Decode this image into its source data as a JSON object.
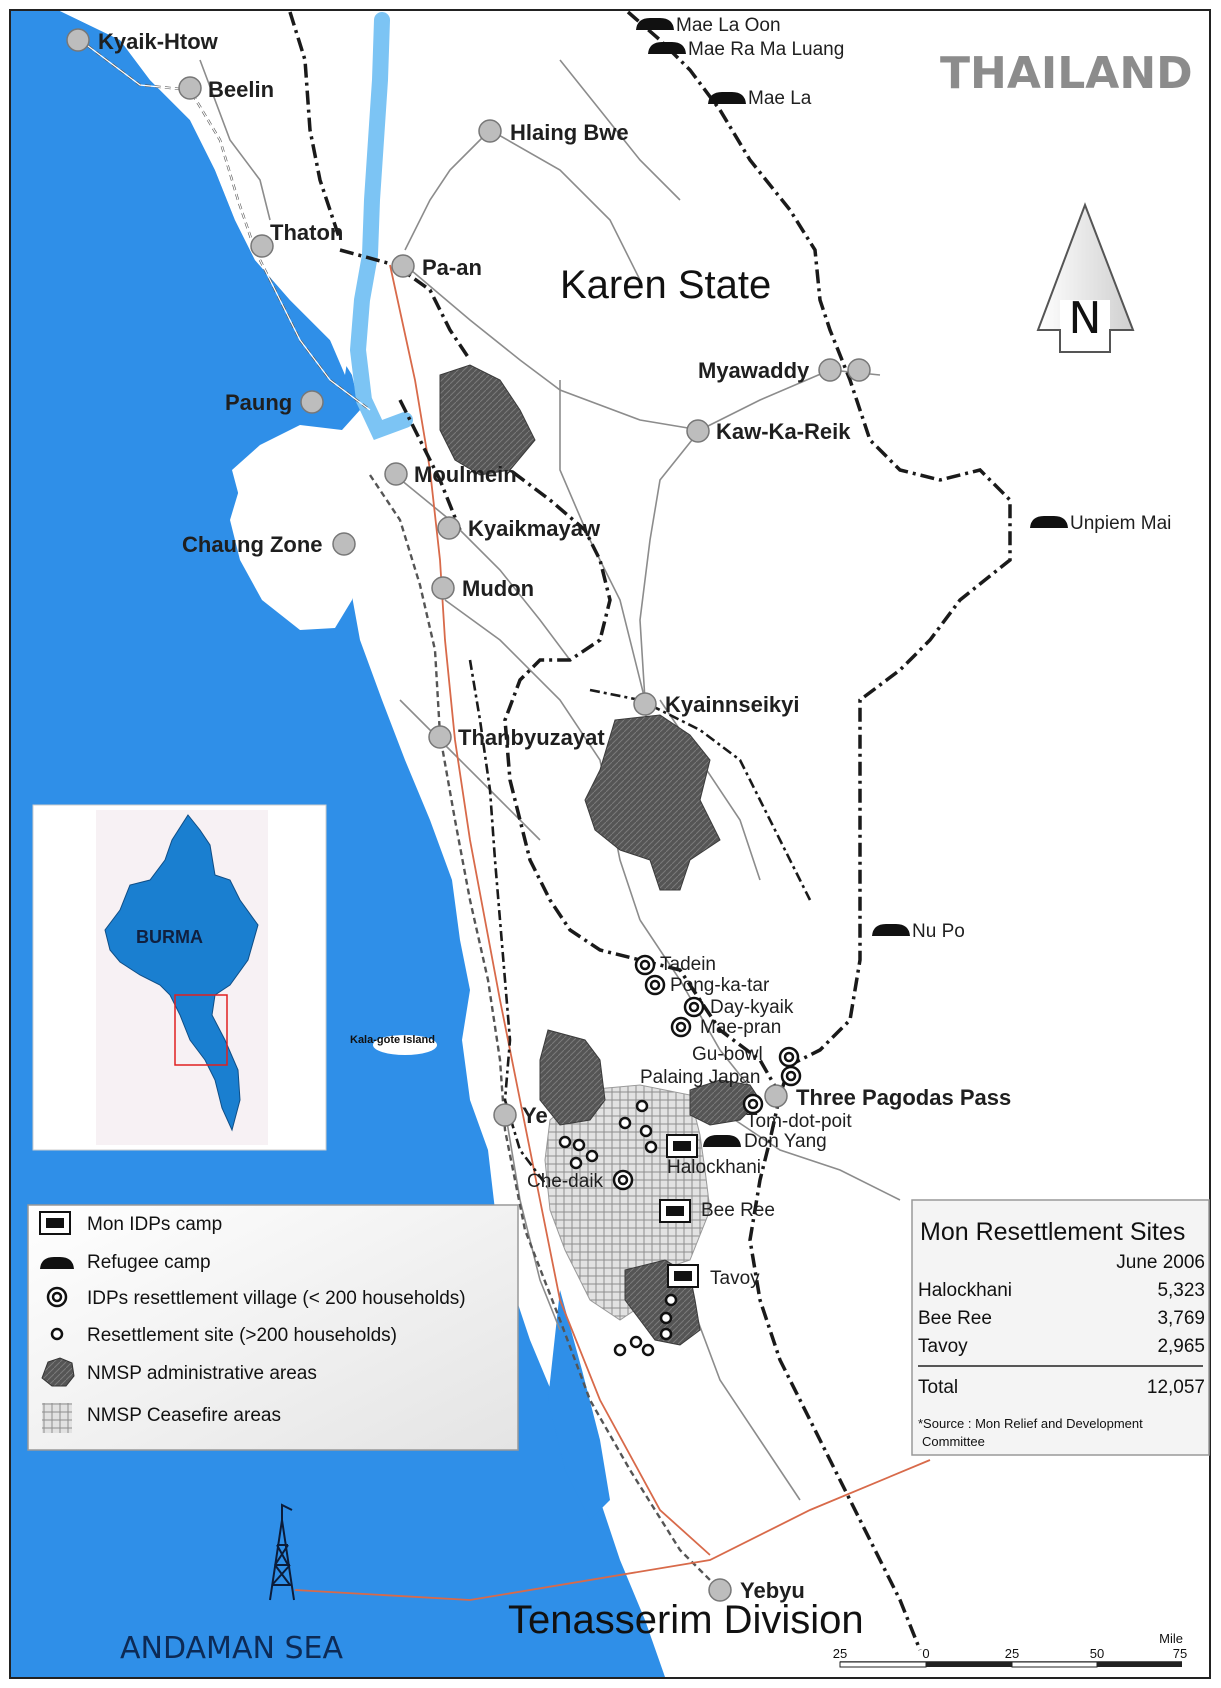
{
  "map": {
    "regions": {
      "thailand": "THAILAND",
      "karen_state": "Karen State",
      "tenasserim": "Tenasserim Division",
      "andaman_sea": "ANDAMAN SEA",
      "island": "Kala-gote Island",
      "north_letter": "N"
    },
    "cities": [
      {
        "id": "kyaik-htow",
        "name": "Kyaik-Htow"
      },
      {
        "id": "beelin",
        "name": "Beelin"
      },
      {
        "id": "hlaing-bwe",
        "name": "Hlaing Bwe"
      },
      {
        "id": "thaton",
        "name": "Thaton"
      },
      {
        "id": "pa-an",
        "name": "Pa-an"
      },
      {
        "id": "myawaddy",
        "name": "Myawaddy"
      },
      {
        "id": "paung",
        "name": "Paung"
      },
      {
        "id": "kaw-ka-reik",
        "name": "Kaw-Ka-Reik"
      },
      {
        "id": "moulmein",
        "name": "Moulmein"
      },
      {
        "id": "kyaikmayaw",
        "name": "Kyaikmayaw"
      },
      {
        "id": "chaung-zone",
        "name": "Chaung Zone"
      },
      {
        "id": "mudon",
        "name": "Mudon"
      },
      {
        "id": "kyainnseikyi",
        "name": "Kyainnseikyi"
      },
      {
        "id": "thanbyuzayat",
        "name": "Thanbyuzayat"
      },
      {
        "id": "ye",
        "name": "Ye"
      },
      {
        "id": "three-pagodas-pass",
        "name": "Three Pagodas Pass"
      },
      {
        "id": "yebyu",
        "name": "Yebyu"
      }
    ],
    "refugee_camps": [
      {
        "id": "mae-la-oon",
        "name": "Mae La Oon"
      },
      {
        "id": "mae-ra-ma-luang",
        "name": "Mae Ra Ma Luang"
      },
      {
        "id": "mae-la",
        "name": "Mae La"
      },
      {
        "id": "unpiem-mai",
        "name": "Unpiem Mai"
      },
      {
        "id": "nu-po",
        "name": "Nu Po"
      },
      {
        "id": "don-yang",
        "name": "Don Yang"
      }
    ],
    "resettlement_villages": [
      {
        "id": "tadein",
        "name": "Tadein"
      },
      {
        "id": "pong-ka-tar",
        "name": "Pong-ka-tar"
      },
      {
        "id": "day-kyaik",
        "name": "Day-kyaik"
      },
      {
        "id": "mae-pran",
        "name": "Mae-pran"
      },
      {
        "id": "gu-bowl",
        "name": "Gu-bowl"
      },
      {
        "id": "palaing-japan",
        "name": "Palaing Japan"
      },
      {
        "id": "tom-dot-poit",
        "name": "Tom-dot-poit"
      },
      {
        "id": "che-daik",
        "name": "Che-daik"
      }
    ],
    "idp_camps": [
      {
        "id": "halockhani",
        "name": "Halockhani"
      },
      {
        "id": "bee-ree",
        "name": "Bee Ree"
      },
      {
        "id": "tavoy",
        "name": "Tavoy"
      }
    ]
  },
  "inset": {
    "label": "BURMA"
  },
  "legend": {
    "items": [
      {
        "icon": "mon-idp-camp-icon",
        "label": "Mon IDPs camp"
      },
      {
        "icon": "refugee-camp-icon",
        "label": "Refugee camp"
      },
      {
        "icon": "idp-resettlement-village-icon",
        "label": "IDPs resettlement village (< 200 households)"
      },
      {
        "icon": "resettlement-site-icon",
        "label": "Resettlement site (>200 households)"
      },
      {
        "icon": "nmsp-admin-area-icon",
        "label": "NMSP administrative areas"
      },
      {
        "icon": "nmsp-ceasefire-area-icon",
        "label": "NMSP Ceasefire areas"
      }
    ]
  },
  "table": {
    "title": "Mon Resettlement Sites",
    "date": "June 2006",
    "rows": [
      {
        "site": "Halockhani",
        "value": "5,323"
      },
      {
        "site": "Bee Ree",
        "value": "3,769"
      },
      {
        "site": "Tavoy",
        "value": "2,965"
      }
    ],
    "total_label": "Total",
    "total_value": "12,057",
    "source_line1": "*Source : Mon Relief and Development",
    "source_line2": "Committee"
  },
  "scale": {
    "unit": "Mile",
    "ticks": [
      "25",
      "0",
      "25",
      "50",
      "75"
    ]
  },
  "colors": {
    "sea": "#2f8fe8",
    "river": "#7cc4f4",
    "admin_area": "#555555",
    "ceasefire_area": "#d8d8d8",
    "road": "#888888",
    "pipeline": "#d86a4a",
    "city_marker": "#bdbdbd",
    "inset_burma": "#1a7fd0"
  }
}
